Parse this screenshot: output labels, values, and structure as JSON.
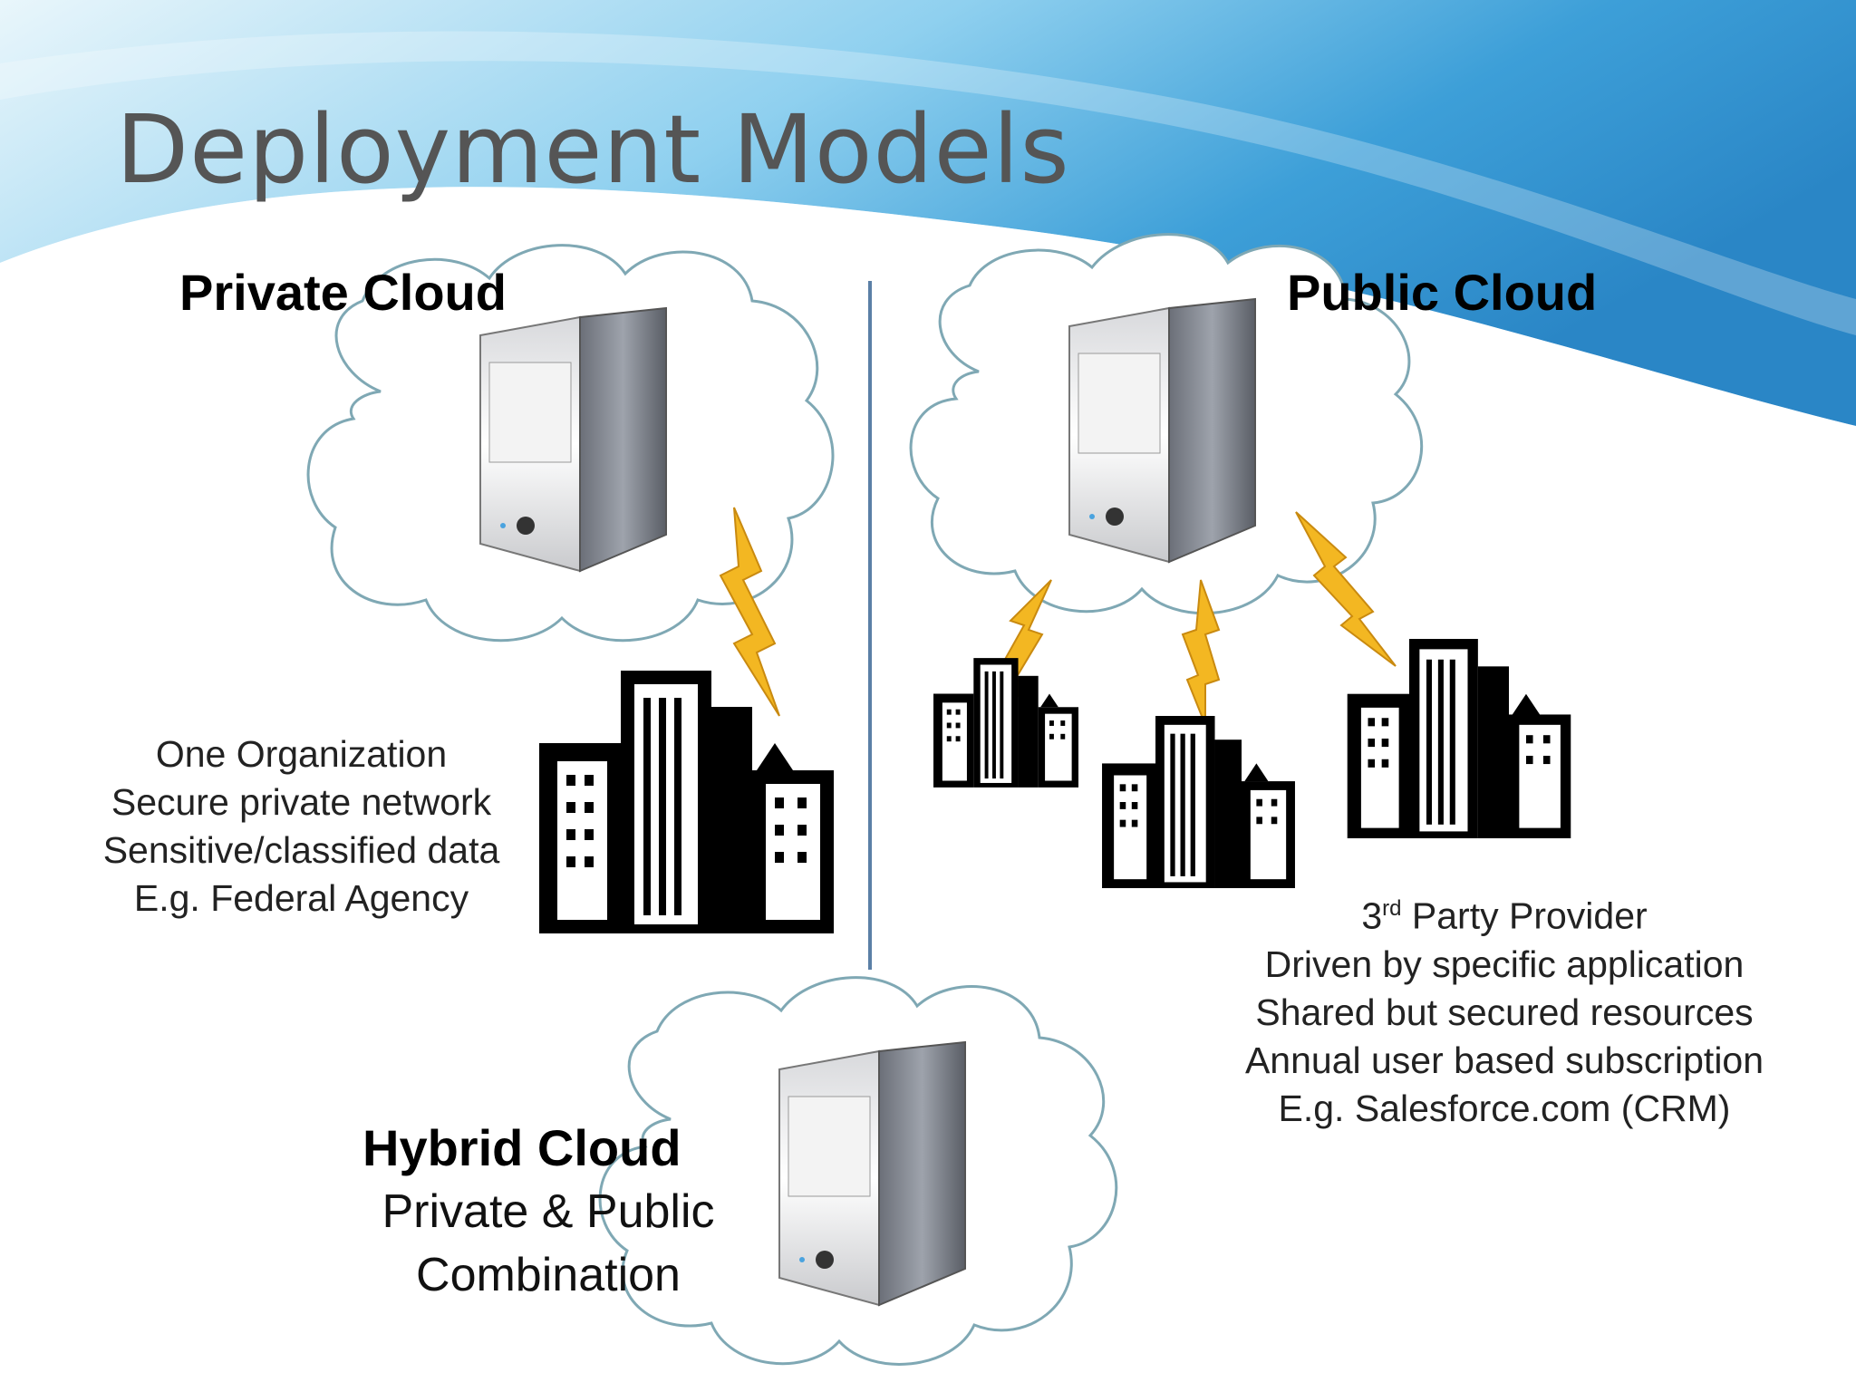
{
  "slide": {
    "title": "Deployment Models"
  },
  "private_cloud": {
    "heading": "Private Cloud",
    "lines": [
      "One Organization",
      "Secure private network",
      "Sensitive/classified data",
      "E.g. Federal Agency"
    ]
  },
  "public_cloud": {
    "heading": "Public Cloud",
    "provider_prefix": "3",
    "provider_sup": "rd",
    "provider_suffix": " Party Provider",
    "lines": [
      "Driven by specific application",
      "Shared but secured resources",
      "Annual user based subscription",
      "E.g. Salesforce.com (CRM)"
    ]
  },
  "hybrid_cloud": {
    "heading": "Hybrid Cloud",
    "lines": [
      "Private & Public",
      "Combination"
    ]
  },
  "colors": {
    "cloud_outline": "#7fa8b4",
    "divider": "#5b7fa6",
    "lightning": "#f3b722",
    "banner_blue": "#3f9bd6"
  }
}
